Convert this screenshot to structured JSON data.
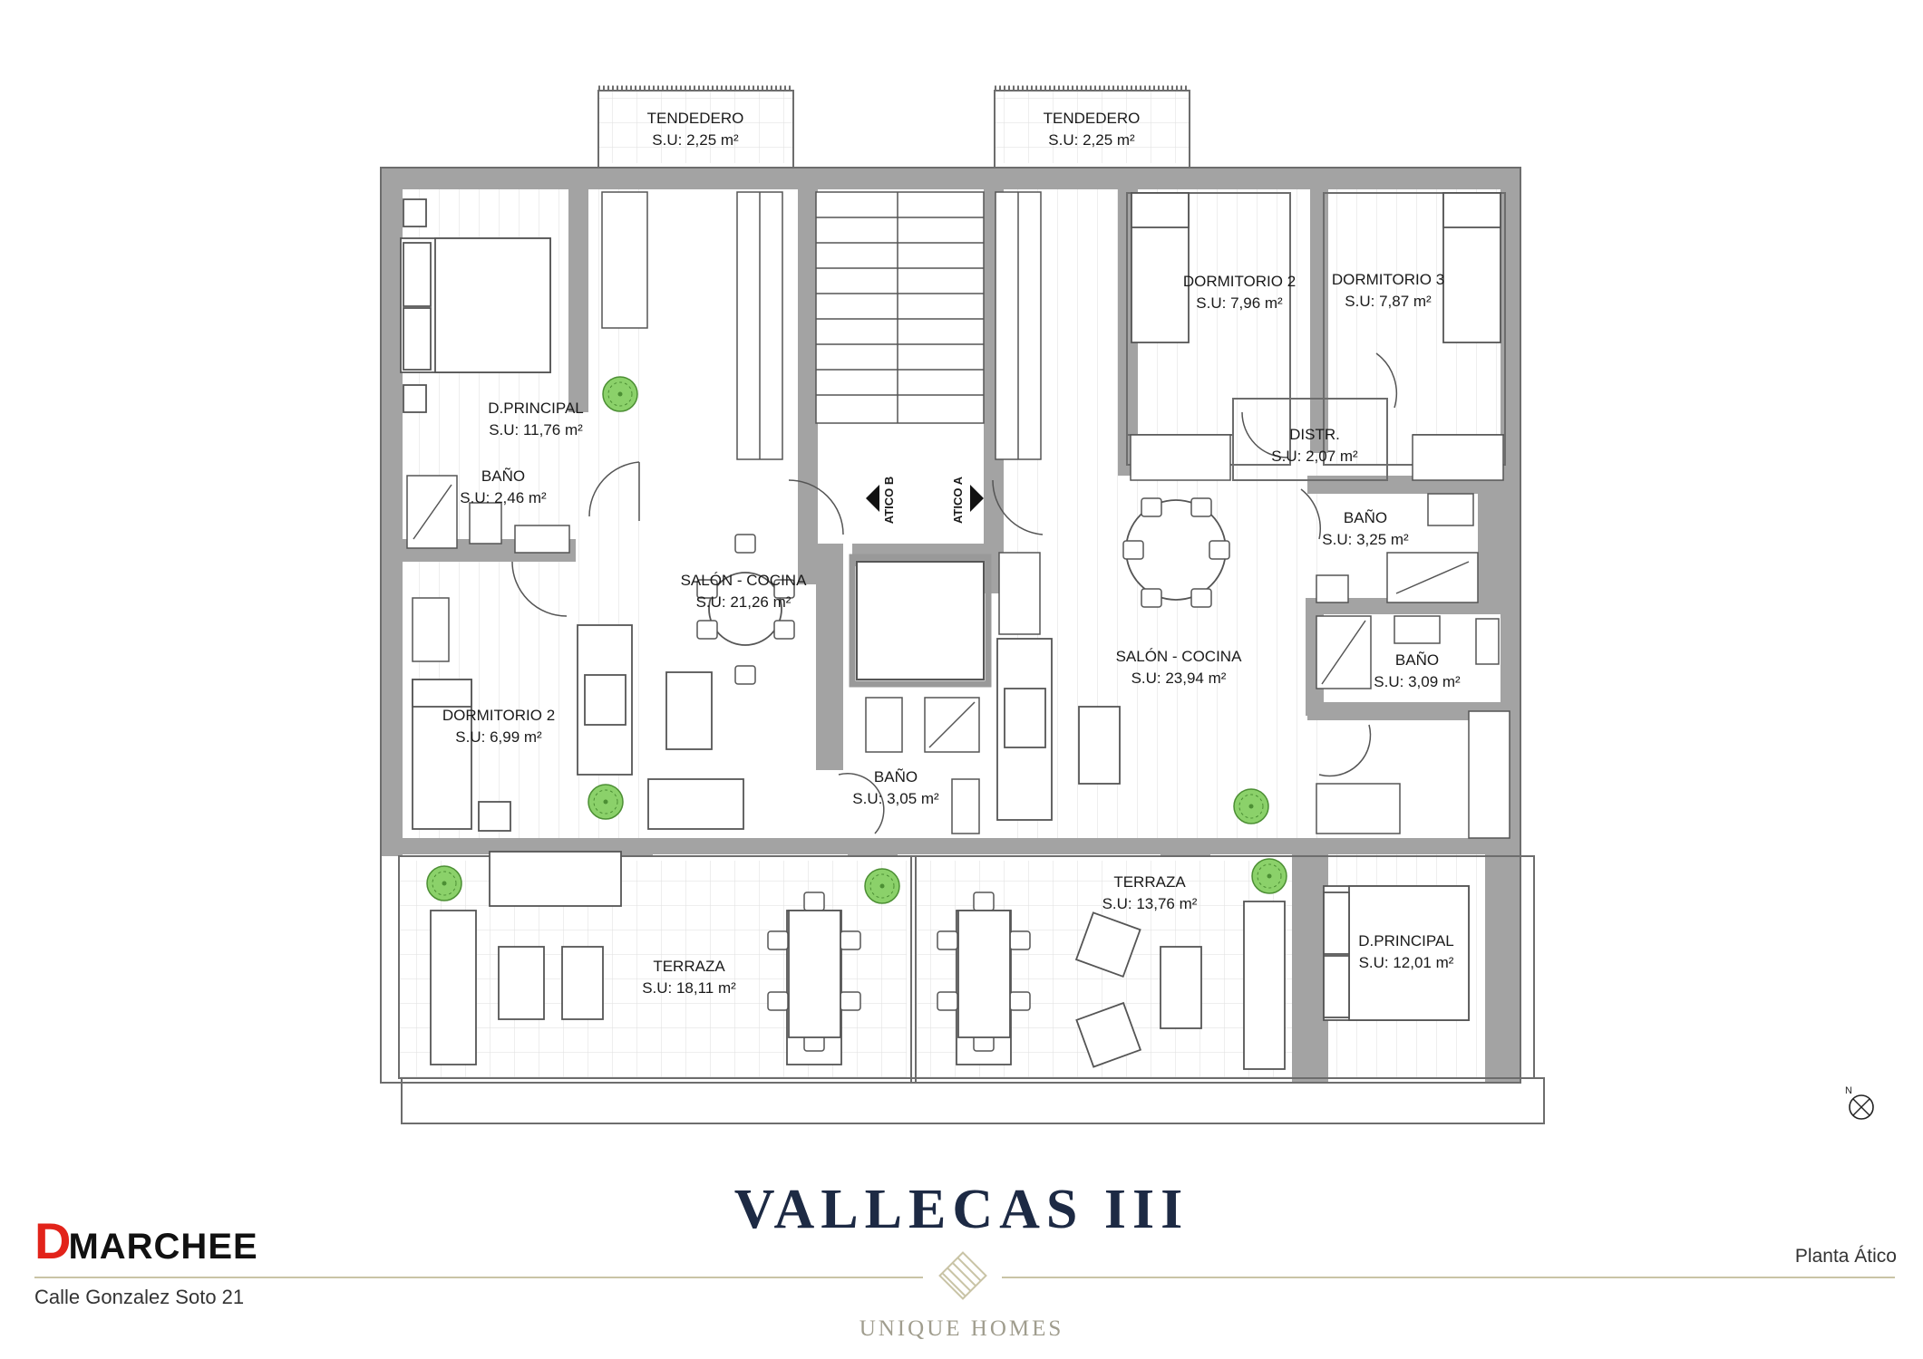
{
  "project": {
    "title": "VALLECAS III",
    "subtitle": "UNIQUE HOMES",
    "address": "Calle Gonzalez Soto 21",
    "level": "Planta Ático",
    "logo_initial": "D",
    "logo_rest": "MARCHEE"
  },
  "compass_label": "N",
  "units": {
    "atico_a": "ATICO A",
    "atico_b": "ATICO B"
  },
  "rooms": [
    {
      "name": "TENDEDERO",
      "area": "S.U: 2,25 m²"
    },
    {
      "name": "TENDEDERO",
      "area": "S.U: 2,25 m²"
    },
    {
      "name": "D.PRINCIPAL",
      "area": "S.U: 11,76 m²"
    },
    {
      "name": "BAÑO",
      "area": "S.U: 2,46 m²"
    },
    {
      "name": "SALÓN - COCINA",
      "area": "S.U: 21,26 m²"
    },
    {
      "name": "DORMITORIO 2",
      "area": "S.U: 6,99 m²"
    },
    {
      "name": "BAÑO",
      "area": "S.U: 3,05 m²"
    },
    {
      "name": "TERRAZA",
      "area": "S.U: 18,11 m²"
    },
    {
      "name": "DORMITORIO 2",
      "area": "S.U: 7,96 m²"
    },
    {
      "name": "DORMITORIO 3",
      "area": "S.U: 7,87 m²"
    },
    {
      "name": "DISTR.",
      "area": "S.U: 2,07 m²"
    },
    {
      "name": "BAÑO",
      "area": "S.U: 3,25 m²"
    },
    {
      "name": "SALÓN - COCINA",
      "area": "S.U: 23,94 m²"
    },
    {
      "name": "BAÑO",
      "area": "S.U: 3,09 m²"
    },
    {
      "name": "TERRAZA",
      "area": "S.U: 13,76 m²"
    },
    {
      "name": "D.PRINCIPAL",
      "area": "S.U: 12,01 m²"
    }
  ],
  "colors": {
    "wall": "#9a9a9a",
    "outline": "#6d6d6d",
    "floor_line": "#e6e6e6",
    "plant": "#8bd16a",
    "title": "#1d2a44",
    "logo_red": "#e2231a"
  }
}
